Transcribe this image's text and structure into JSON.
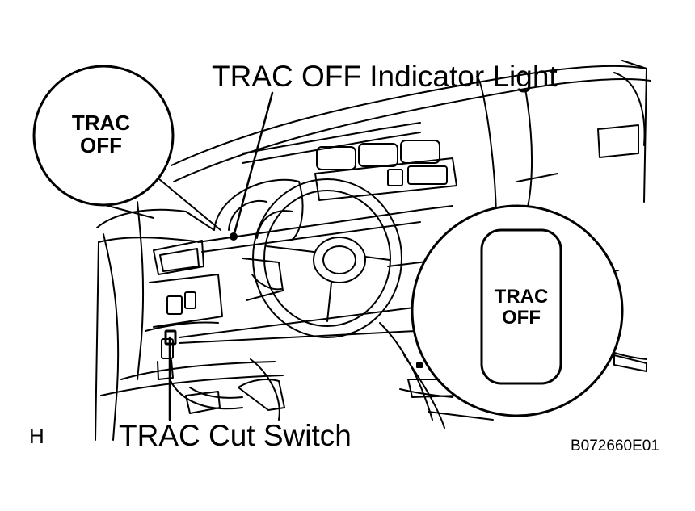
{
  "callouts": {
    "indicator_light": "TRAC OFF Indicator Light",
    "cut_switch": "TRAC Cut Switch"
  },
  "magnified_indicator": {
    "line1": "TRAC",
    "line2": "OFF"
  },
  "magnified_switch": {
    "line1": "TRAC",
    "line2": "OFF"
  },
  "corner_letter": "H",
  "figure_code": "B072660E01"
}
